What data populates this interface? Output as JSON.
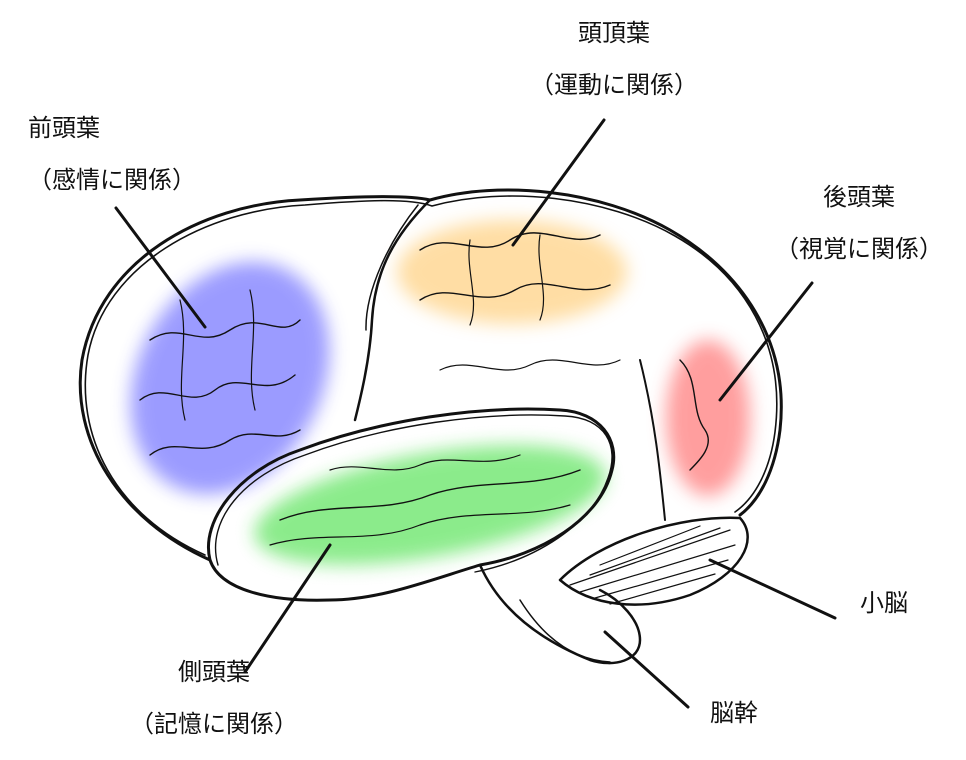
{
  "lobes": [
    {
      "id": "frontal",
      "name": "前頭葉",
      "func": "（感情に関係）",
      "color": "#4b4bff"
    },
    {
      "id": "parietal",
      "name": "頭頂葉",
      "func": "（運動に関係）",
      "color": "#ffc25a"
    },
    {
      "id": "occipital",
      "name": "後頭葉",
      "func": "（視覚に関係）",
      "color": "#ff4f4f"
    },
    {
      "id": "temporal",
      "name": "側頭葉",
      "func": "（記憶に関係）",
      "color": "#2fdc2f"
    }
  ],
  "cerebellum": "小脳",
  "brainstem": "脳幹"
}
